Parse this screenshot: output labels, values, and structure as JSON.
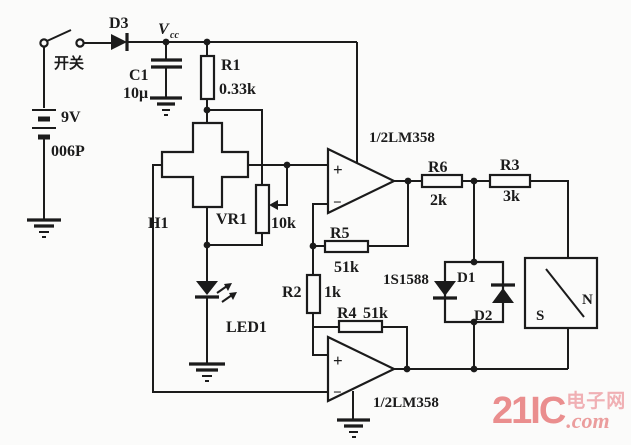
{
  "colors": {
    "ink": "#1b1b1b",
    "paper": "#fbfbfa",
    "watermark_brand": "#ea8e8e",
    "watermark_accent": "#f0b0b4"
  },
  "power": {
    "switch_label": "开关",
    "battery_voltage": "9V",
    "battery_type": "006P",
    "supply_main": "V",
    "supply_sub": "cc"
  },
  "opamp": {
    "plus": "+",
    "minus": "−"
  },
  "components": {
    "d3": "D3",
    "c1": "C1",
    "c1_value": "10μ",
    "r1": "R1",
    "r1_value": "0.33k",
    "h1": "H1",
    "vr1": "VR1",
    "vr1_value": "10k",
    "led1": "LED1",
    "r5": "R5",
    "r5_value": "51k",
    "r2": "R2",
    "r2_value": "1k",
    "r4": "R4",
    "r4_value": "51k",
    "r6": "R6",
    "r6_value": "2k",
    "r3": "R3",
    "r3_value": "3k",
    "opamp1": "1/2LM358",
    "opamp2": "1/2LM358",
    "diode_type": "1S1588",
    "d1": "D1",
    "d2": "D2",
    "magnet_n": "N",
    "magnet_s": "S"
  },
  "watermark": {
    "brand": "21IC",
    "cn": "电子网",
    "tld": ".com"
  }
}
